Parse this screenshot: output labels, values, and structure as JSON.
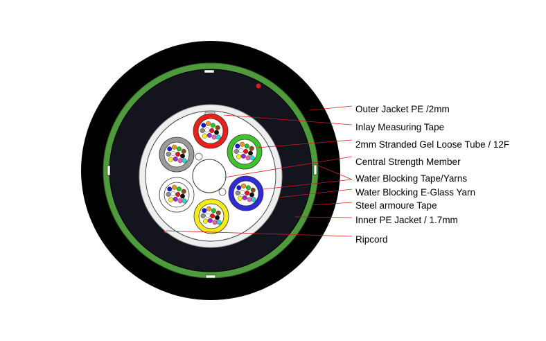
{
  "labels": {
    "outer_jacket": "Outer Jacket PE /2mm",
    "inlay_tape": "Inlay Measuring Tape",
    "loose_tube": "2mm Stranded Gel Loose Tube / 12F",
    "central_member": "Central Strength Member",
    "water_tape": "Water Blocking Tape/Yarns",
    "eglass_yarn": "Water Blocking E-Glass Yarn",
    "armour_tape": "Steel armoure Tape",
    "inner_jacket": "Inner PE Jacket / 1.7mm",
    "ripcord": "Ripcord"
  },
  "colors": {
    "outer_jacket": "#000000",
    "inner_jacket": "#14141e",
    "armour": "#4f9a3c",
    "core_fill": "#eeeeee",
    "ripcord": "#e11b1b",
    "leader": "#d41a1a"
  },
  "tubes": [
    {
      "name": "red",
      "color": "#e8201c"
    },
    {
      "name": "green",
      "color": "#3fc22c"
    },
    {
      "name": "blue",
      "color": "#2f2cd6"
    },
    {
      "name": "yellow",
      "color": "#f2ea1a"
    },
    {
      "name": "white",
      "color": "#ffffff"
    },
    {
      "name": "grey",
      "color": "#9a9a9a"
    }
  ],
  "fiber_colors": [
    "#1515d8",
    "#f29520",
    "#24c224",
    "#8a4a1c",
    "#8c8c8c",
    "#ffffff",
    "#e01a1a",
    "#111111",
    "#f5f01a",
    "#9b2bd8",
    "#f25fae",
    "#24d8d8"
  ]
}
